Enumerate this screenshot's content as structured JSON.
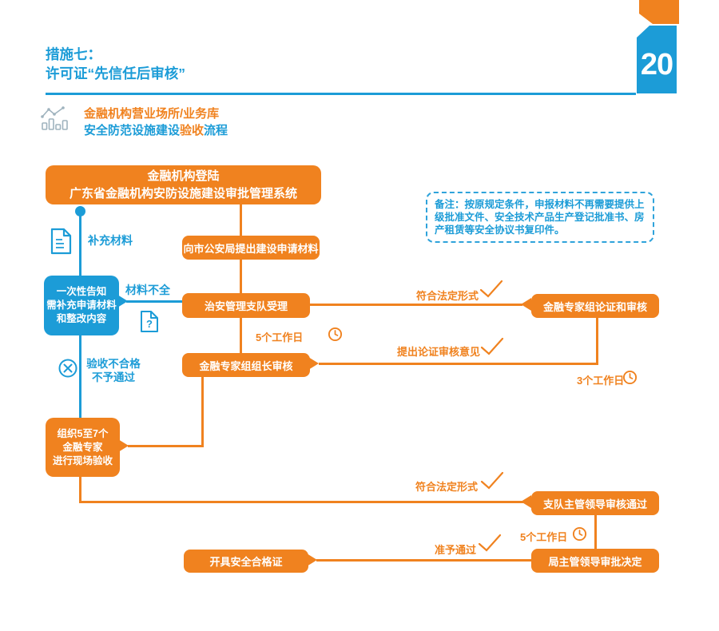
{
  "header": {
    "title_line1": "措施七：",
    "title_line2": "许可证“先信任后审核”",
    "page_number": "20",
    "subtitle_line1": "金融机构营业场所/业务库",
    "subtitle_line2": {
      "prefix": "安全防范设施建设",
      "highlight": "验收",
      "suffix": "流程"
    }
  },
  "colors": {
    "orange": "#F0821F",
    "blue": "#1C9CD7"
  },
  "note": {
    "text": "备注：按原规定条件，申报材料不再需要提供上级批准文件、安全技术产品生产登记批准书、房产租赁等安全协议书复印件。"
  },
  "flowchart": {
    "boxes": {
      "login": {
        "line1": "金融机构登陆",
        "line2": "广东省金融机构安防设施建设审批管理系统"
      },
      "apply": "向市公安局提出建设申请材料",
      "accept": "治安管理支队受理",
      "expert_panel": "金融专家组论证和审核",
      "expert_leader": "金融专家组组长审核",
      "notice": {
        "line1": "一次性告知",
        "line2": "需补充申请材料",
        "line3": "和整改内容"
      },
      "onsite": {
        "line1": "组织5至7个",
        "line2": "金融专家",
        "line3": "进行现场验收"
      },
      "detachment": "支队主管领导审核通过",
      "bureau": "局主管领导审批决定",
      "certificate": "开具安全合格证"
    },
    "labels": {
      "supplement_material": "补充材料",
      "incomplete_material": "材料不全",
      "fail_line1": "验收不合格",
      "fail_line2": "不予通过",
      "five_days_mid": "5个工作日",
      "legal_form_top": "符合法定形式",
      "review_opinion": "提出论证审核意见",
      "three_days": "3个工作日",
      "legal_form_bottom": "符合法定形式",
      "five_days_bottom": "5个工作日",
      "approved": "准予通过"
    },
    "icons": {
      "clock": "clock-icon",
      "check": "checkmark-icon",
      "document": "document-icon",
      "question_document": "question-document-icon",
      "reject": "cross-circle-icon",
      "chart": "bar-line-chart-icon"
    }
  }
}
